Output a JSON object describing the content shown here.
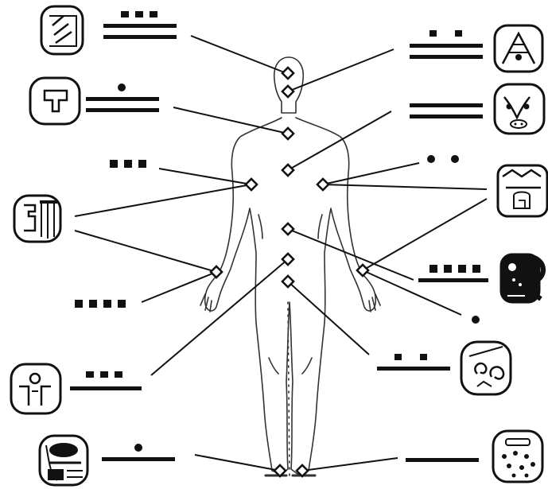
{
  "colors": {
    "ink": "#111111",
    "paper": "#ffffff",
    "body_outline": "#333333"
  },
  "glyphs": [
    {
      "id": "glyph-left-1",
      "icon": "maya-day-sign-akbal-icon",
      "bar_dot": {
        "bars": 2,
        "dots": 3
      }
    },
    {
      "id": "glyph-left-2",
      "icon": "maya-day-sign-ik-icon",
      "bar_dot": {
        "bars": 2,
        "dots": 1
      }
    },
    {
      "id": "glyph-left-3",
      "icon": "maya-day-sign-profile-head-icon",
      "bar_dot": {
        "bars": 0,
        "dots": 3
      }
    },
    {
      "id": "glyph-left-4",
      "icon": "maya-day-sign-dog-icon",
      "bar_dot": {
        "bars": 0,
        "dots": 4
      }
    },
    {
      "id": "glyph-left-5",
      "icon": "maya-day-sign-round-cartouche-icon",
      "bar_dot": {
        "bars": 1,
        "dots": 3
      }
    },
    {
      "id": "glyph-left-6",
      "icon": "maya-day-sign-dark-icon",
      "bar_dot": {
        "bars": 1,
        "dots": 1
      }
    },
    {
      "id": "glyph-right-1",
      "icon": "maya-day-sign-manik-icon",
      "bar_dot": {
        "bars": 2,
        "dots": 2
      }
    },
    {
      "id": "glyph-right-2",
      "icon": "maya-day-sign-monkey-face-icon",
      "bar_dot": {
        "bars": 2,
        "dots": 0
      }
    },
    {
      "id": "glyph-right-3",
      "icon": "maya-day-sign-ornate-icon",
      "bar_dot": {
        "bars": 0,
        "dots": 2
      }
    },
    {
      "id": "glyph-right-4",
      "icon": "maya-day-sign-serpent-icon",
      "bar_dot": {
        "bars": 1,
        "dots": 4
      }
    },
    {
      "id": "glyph-right-5",
      "icon": "maya-day-sign-caban-spiral-icon",
      "bar_dot": {
        "bars": 1,
        "dots": 2
      }
    },
    {
      "id": "glyph-right-6",
      "icon": "maya-day-sign-dotted-icon",
      "bar_dot": {
        "bars": 1,
        "dots": 0
      }
    },
    {
      "id": "lone-dot-right",
      "icon": "",
      "bar_dot": {
        "bars": 0,
        "dots": 1
      }
    }
  ]
}
